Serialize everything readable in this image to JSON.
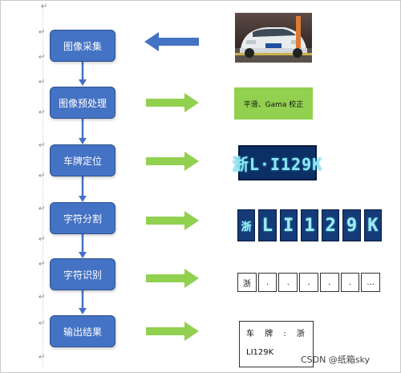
{
  "flowchart": {
    "steps": [
      {
        "label": "图像采集"
      },
      {
        "label": "图像预处理"
      },
      {
        "label": "车牌定位"
      },
      {
        "label": "字符分割"
      },
      {
        "label": "字符识别"
      },
      {
        "label": "输出结果"
      }
    ],
    "colors": {
      "step_fill": "#4472c4",
      "flow_arrow": "#4472c4",
      "side_arrow": "#92d050",
      "input_arrow": "#4472c4"
    }
  },
  "preprocess": {
    "text": "平滑、Gama 校正"
  },
  "plate": {
    "text": "浙L·I129K"
  },
  "segments": {
    "chars": [
      "浙",
      "L",
      "I",
      "1",
      "2",
      "9",
      "K"
    ]
  },
  "recognition": {
    "cells": [
      "浙",
      ".",
      ".",
      ".",
      ".",
      ".",
      "..."
    ]
  },
  "output": {
    "line1": "车 牌 : 浙",
    "line2": "LI129K"
  },
  "watermark": "CSDN @纸箱sky",
  "paragraph_mark": "↵"
}
